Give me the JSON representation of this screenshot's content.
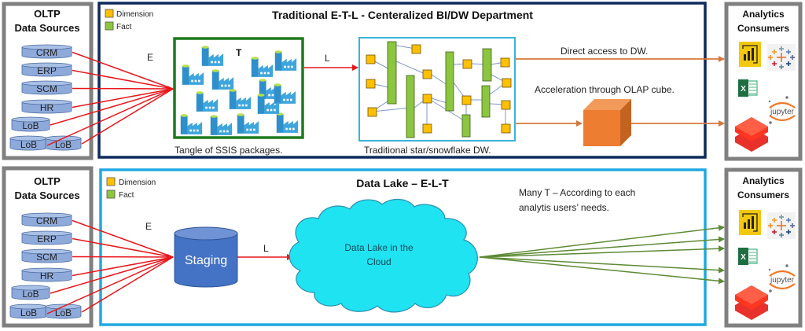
{
  "colors": {
    "dimension": "#FFC000",
    "fact": "#8CC63F",
    "navy": "#0E2A5C",
    "cyan": "#20A8E0",
    "gray": "#808080",
    "red": "#E8161B",
    "orange": "#D9773A",
    "green_line": "#5E8A35",
    "cylinder": "#8EAADB",
    "staging": "#4472C4",
    "cloud": "#1FE3F0",
    "ssis_border": "#1E7A1E",
    "dw_border": "#3BB3D9"
  },
  "legend": {
    "dimension": "Dimension",
    "fact": "Fact"
  },
  "top": {
    "sources_title_1": "OLTP",
    "sources_title_2": "Data Sources",
    "sources": [
      "CRM",
      "ERP",
      "SCM",
      "HR",
      "LoB",
      "LoB",
      "LoB"
    ],
    "title": "Traditional E-T-L - Centeralized BI/DW Department",
    "e_label": "E",
    "t_label": "T",
    "l_label": "L",
    "ssis_caption": "Tangle of SSIS packages.",
    "dw_caption": "Traditional star/snowflake DW.",
    "direct_access": "Direct access to DW.",
    "olap_caption": "Acceleration through OLAP cube.",
    "consumers_title_1": "Analytics",
    "consumers_title_2": "Consumers"
  },
  "bottom": {
    "sources_title_1": "OLTP",
    "sources_title_2": "Data Sources",
    "sources": [
      "CRM",
      "ERP",
      "SCM",
      "HR",
      "LoB",
      "LoB",
      "LoB"
    ],
    "title": "Data Lake – E-L-T",
    "e_label": "E",
    "l_label": "L",
    "staging_label": "Staging",
    "cloud_label_1": "Data Lake in the",
    "cloud_label_2": "Cloud",
    "many_t_1": "Many T – According to each",
    "many_t_2": "analytis users’ needs.",
    "consumers_title_1": "Analytics",
    "consumers_title_2": "Consumers"
  },
  "consumer_icons": [
    "power-bi-icon",
    "tableau-icon",
    "excel-icon",
    "jupyter-icon",
    "databricks-icon"
  ],
  "jupyter_text": "jupyter",
  "excel_text": "X"
}
